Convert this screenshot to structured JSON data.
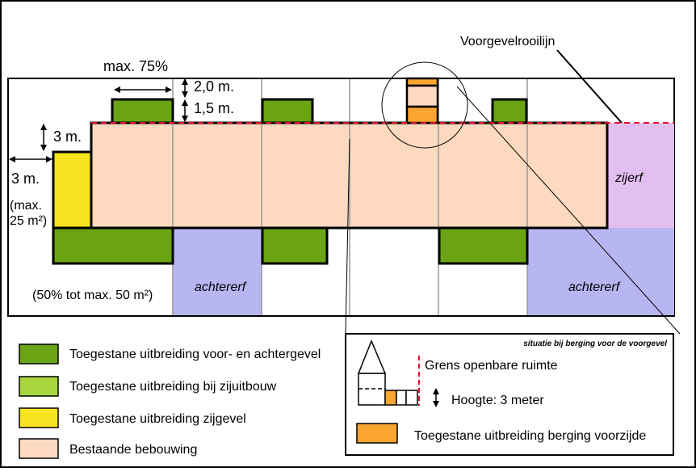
{
  "labels": {
    "voorgevelrooilijn": "Voorgevelrooilijn",
    "max75": "max. 75%",
    "h20": "2,0 m.",
    "h15": "1,5 m.",
    "d3_top": "3 m.",
    "d3_left": "3 m.",
    "max25_a": "(max.",
    "max25_b": "25 m²)",
    "fifty": "(50% tot max. 50 m²)",
    "zijerf": "zijerf",
    "achtererf_1": "achtererf",
    "achtererf_2": "achtererf"
  },
  "inset": {
    "title": "situatie bij berging voor de voorgevel",
    "grens": "Grens openbare ruimte",
    "hoogte": "Hoogte: 3 meter",
    "legend_berging": "Toegestane uitbreiding berging voorzijde"
  },
  "legend": [
    {
      "label": "Toegestane uitbreiding voor- en achtergevel",
      "color": "#6aa314"
    },
    {
      "label": "Toegestane uitbreiding bij zijuitbouw",
      "color": "#a8d63c"
    },
    {
      "label": "Toegestane uitbreiding zijgevel",
      "color": "#f5e41f"
    },
    {
      "label": "Bestaande bebouwing",
      "color": "#fcd9bf"
    }
  ],
  "colors": {
    "green": "#6aa314",
    "yellow": "#f5e41f",
    "peach": "#fcd9bf",
    "lavender": "#e2bff0",
    "blue": "#b7b5f2",
    "orange": "#f9a530",
    "redline": "#e8102a"
  }
}
